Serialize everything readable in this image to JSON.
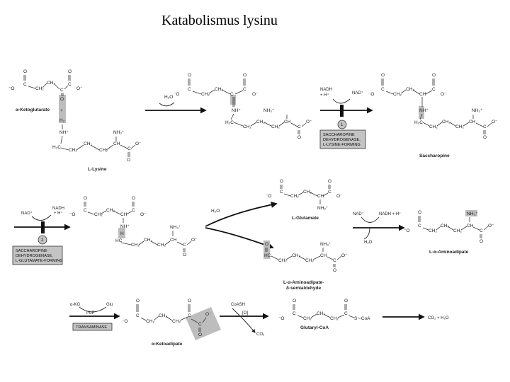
{
  "title": "Katabolismus lysinu",
  "compounds": {
    "alpha_ketoglutarate": "α-Ketoglutarate",
    "l_lysine": "L-Lysine",
    "saccharopine": "Saccharopine",
    "l_glutamate": "L-Glutamate",
    "l_alpha_aminoadipate_semialdehyde_l1": "L-α-Aminoadipate-",
    "l_alpha_aminoadipate_semialdehyde_l2": "δ-semialdehyde",
    "l_alpha_aminoadipate": "L-α-Aminoadipate",
    "alpha_ketoadipate": "α-Ketoadipate",
    "glutaryl_coa": "Glutaryl-CoA"
  },
  "reagents": {
    "h2o": "H₂O",
    "nadh_h": "NADH",
    "plus_h": "+ H⁺",
    "nad": "NAD⁺",
    "nadh_h_inline": "NADH + H⁺",
    "alpha_kg": "α-KG",
    "glu": "Glu",
    "plp": "PLP",
    "coash": "CoASH",
    "oxidation": "[O]",
    "co2": "CO₂",
    "co2_h2o": "CO₂ + H₂O"
  },
  "enzymes": {
    "lysine_forming": [
      "SACCHAROPINE",
      "DEHYDROGENASE,",
      "L-LYSINE-FORMING"
    ],
    "glutamate_forming": [
      "SACCHAROPINE",
      "DEHYDROGENASE,",
      "L-GLUTAMATE-FORMING"
    ],
    "transaminase": "TRANSAMINASE"
  },
  "step_badges": {
    "step1": "1",
    "step2": "2"
  },
  "atoms": {
    "o": "O",
    "o_minus": "⁻O",
    "o_minus_r": "O⁻",
    "c": "C",
    "ch2": "CH₂",
    "ch": "CH",
    "h2c": "H₂C",
    "nh3": "NH₃⁺",
    "nh": "NH⁺",
    "h": "H",
    "hc": "HC",
    "s": "S",
    "coa": "S∼CoA",
    "h2": "H₂"
  }
}
